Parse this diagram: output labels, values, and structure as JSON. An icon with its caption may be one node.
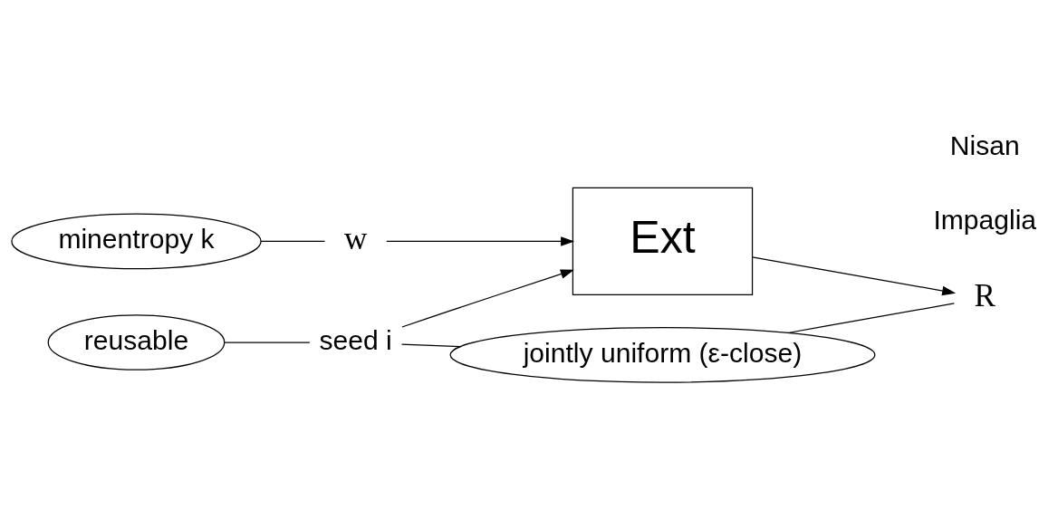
{
  "diagram": {
    "nodes": [
      {
        "text": [
          "minentropy k"
        ]
      },
      {
        "text": [
          "w"
        ]
      },
      {
        "text": [
          "seed i"
        ]
      },
      {
        "text": [
          "Ext"
        ]
      },
      {
        "text": [
          "R"
        ]
      },
      {
        "text": [
          "reusable"
        ]
      },
      {
        "text": [
          "jointly uniform (ε-close)"
        ]
      }
    ],
    "edges": [
      {
        "from": 1,
        "to": 3,
        "arrow": "to"
      },
      {
        "from": 2,
        "to": 3,
        "arrow": "to"
      },
      {
        "from": 3,
        "to": 4,
        "arrow": "to"
      },
      {
        "from": 0,
        "to": 1,
        "arrow": "none"
      },
      {
        "from": 5,
        "to": 2,
        "arrow": "none"
      },
      {
        "from": 2,
        "to": 6,
        "arrow": "none"
      },
      {
        "from": 6,
        "to": 4,
        "arrow": "none"
      }
    ],
    "labels": [
      "Impaglia",
      "Nisan"
    ]
  }
}
